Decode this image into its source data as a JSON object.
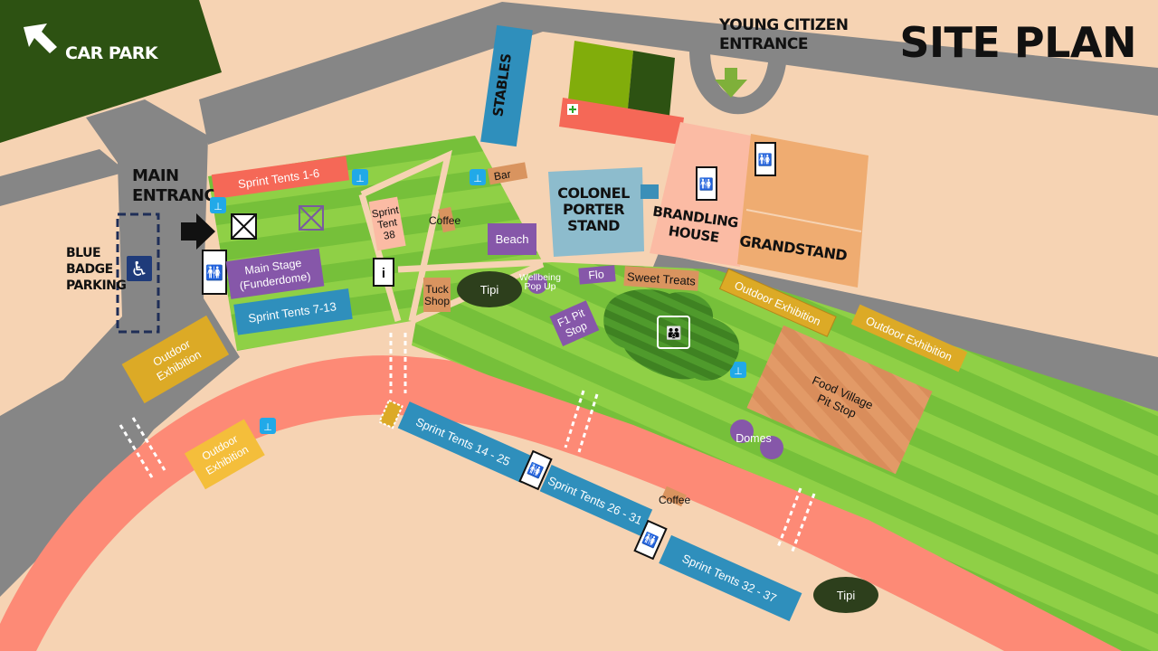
{
  "title": "SITE PLAN",
  "car_park": "CAR PARK",
  "main_entrance": [
    "MAIN",
    "ENTRANCE"
  ],
  "young_citizen_entrance": [
    "YOUNG CITIZEN",
    "ENTRANCE"
  ],
  "blue_badge_parking": [
    "BLUE",
    "BADGE",
    "PARKING"
  ],
  "buildings": {
    "stables": "STABLES",
    "colonel_porter": [
      "COLONEL",
      "PORTER",
      "STAND"
    ],
    "brandling": [
      "BRANDLING",
      "HOUSE"
    ],
    "grandstand": "GRANDSTAND"
  },
  "areas": {
    "sprint_1_6": "Sprint Tents 1-6",
    "sprint_7_13": "Sprint Tents 7-13",
    "main_stage": [
      "Main Stage",
      "(Funderdome)"
    ],
    "sprint_38": [
      "Sprint",
      "Tent",
      "38"
    ],
    "coffee_top": "Coffee",
    "bar": "Bar",
    "beach": "Beach",
    "tuck_shop": [
      "Tuck",
      "Shop"
    ],
    "tipi_top": "Tipi",
    "wellbeing": [
      "Wellbeing",
      "Pop Up"
    ],
    "flo": "Flo",
    "sweet_treats": "Sweet Treats",
    "f1_pit_stop": [
      "F1 Pit",
      "Stop"
    ],
    "outdoor_exhibition_1": "Outdoor Exhibition",
    "outdoor_exhibition_2": "Outdoor Exhibition",
    "outdoor_exhibition_left": [
      "Outdoor",
      "Exhibition"
    ],
    "outdoor_exhibition_bottom": [
      "Outdoor",
      "Exhibition"
    ],
    "food_village": [
      "Food Village",
      "Pit Stop"
    ],
    "domes": "Domes",
    "sprint_14_25": "Sprint Tents 14 - 25",
    "sprint_26_31": "Sprint Tents 26 - 31",
    "coffee_bottom": "Coffee",
    "sprint_32_37": "Sprint Tents 32 - 37",
    "tipi_bottom": "Tipi"
  },
  "info_symbol": "i",
  "colors": {
    "background": "#f6d3b3",
    "road": "#868686",
    "car_park": "#2d5212",
    "track": "#fd8a76",
    "grass_light": "#8fd046",
    "grass_dark": "#6eb836",
    "blue_tent": "#2f8fbc",
    "red_tent": "#f56857",
    "purple": "#8657a9",
    "yellow": "#dcaa26",
    "brown": "#d9945f",
    "stand_blue": "#8dbccd",
    "brandling": "#fbbba4",
    "grandstand": "#efac71"
  }
}
